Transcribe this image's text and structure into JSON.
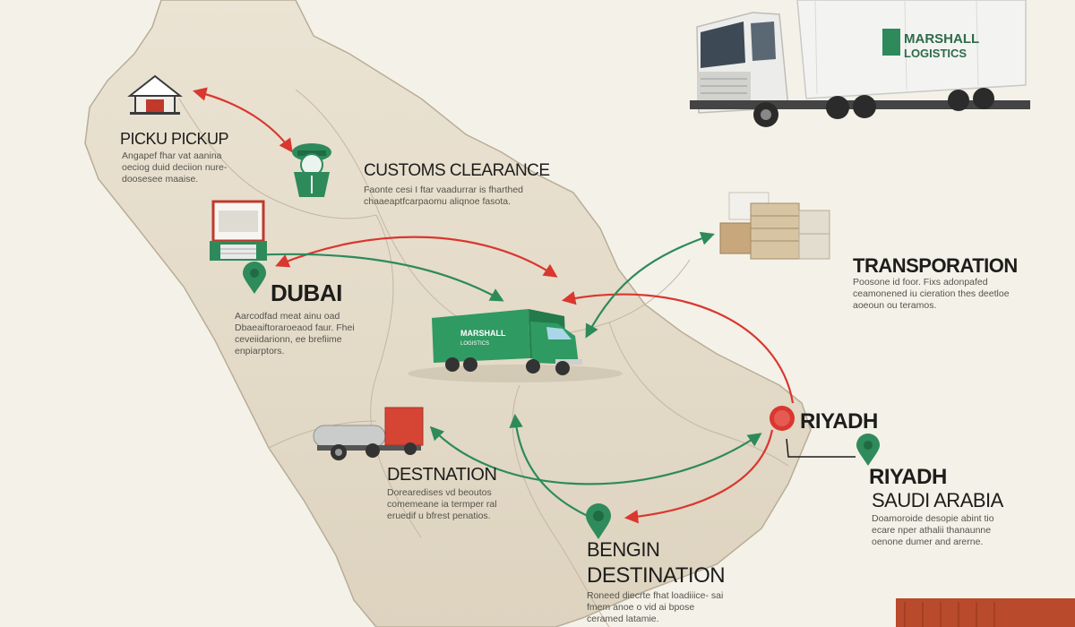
{
  "colors": {
    "background": "#f4f1e8",
    "map_fill": "#e4dccb",
    "map_stroke": "#b8ad98",
    "route_red": "#d9372f",
    "route_green": "#2e8a5a",
    "truck_green": "#2f9a62",
    "pin_green": "#2f8a5c",
    "pin_red": "#d9372f"
  },
  "brand": {
    "truck_logo_line1": "MARSHALL",
    "truck_logo_line2": "LOGISTICS",
    "green_truck_line1": "MARSHALL",
    "green_truck_line2": "LOGISTICS"
  },
  "stops": {
    "pickup": {
      "label": "PICKU PICKUP",
      "desc": "Angapef fhar vat aanina oeciog duid deciion nure- doosesee maaise.",
      "icon": "warehouse-icon"
    },
    "customs": {
      "label": "CUSTOMS CLEARANCE",
      "desc": "Faonte cesi I ftar vaadurrar is fharthed chaaeaptfcarpaomu aliqnoe fasota.",
      "icon": "customs-officer-icon"
    },
    "dubai": {
      "label": "DUBAI",
      "desc": "Aarcodfad meat ainu oad Dbaeaiftoraroeaod faur. Fhei ceveiidarionn, ee brefiime enpiarptors.",
      "icon": "loading-dock-icon"
    },
    "transportation": {
      "label": "TRANSPORATION",
      "desc": "Poosone id foor. Fixs adonpafed ceamonened iu cieration thes deetloe aoeoun ou teramos.",
      "icon": "cargo-boxes-icon"
    },
    "riyadh_hub": {
      "label": "RIYADH"
    },
    "riyadh_final": {
      "label": "RIYADH",
      "sublabel": "SAUDI ARABIA",
      "desc": "Doamoroide desopie abint tio ecare nper athalii thanaunne oenone dumer and arerne."
    },
    "destination_west": {
      "label": "DESTNATION",
      "desc": "Dorearedises vd beoutos comemeane ia termper ral eruedif u bfrest penatios.",
      "icon": "tanker-truck-icon"
    },
    "destination_south": {
      "label": "BENGIN",
      "sublabel": "DESTINATION",
      "desc": "Roneed diecrte fhat loadiiice- sai fmem anoe o vid ai bpose ceramed latamie."
    }
  }
}
